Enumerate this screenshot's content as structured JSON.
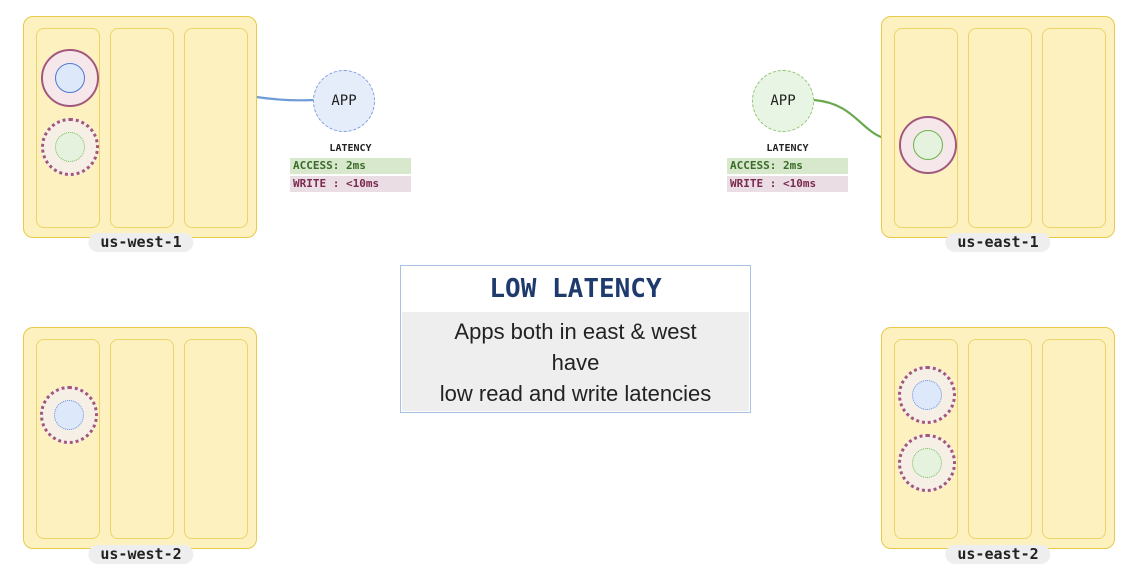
{
  "regions": {
    "us_west_1": "us-west-1",
    "us_west_2": "us-west-2",
    "us_east_1": "us-east-1",
    "us_east_2": "us-east-2"
  },
  "apps": {
    "west": {
      "label": "APP",
      "latency_title": "LATENCY",
      "access": "ACCESS: 2ms",
      "write": "WRITE : <10ms"
    },
    "east": {
      "label": "APP",
      "latency_title": "LATENCY",
      "access": "ACCESS: 2ms",
      "write": "WRITE : <10ms"
    }
  },
  "callout": {
    "title": "LOW LATENCY",
    "lines": [
      "Apps both in east & west",
      "have",
      "low read and write latencies"
    ]
  },
  "colors": {
    "region_fill": "#fdf2bf",
    "region_border": "#e8c94a",
    "leader_ring": "#a3577e",
    "west_arrow": "#6f9bd8",
    "east_arrow": "#6aa84f",
    "callout_title": "#1f3b6e"
  }
}
